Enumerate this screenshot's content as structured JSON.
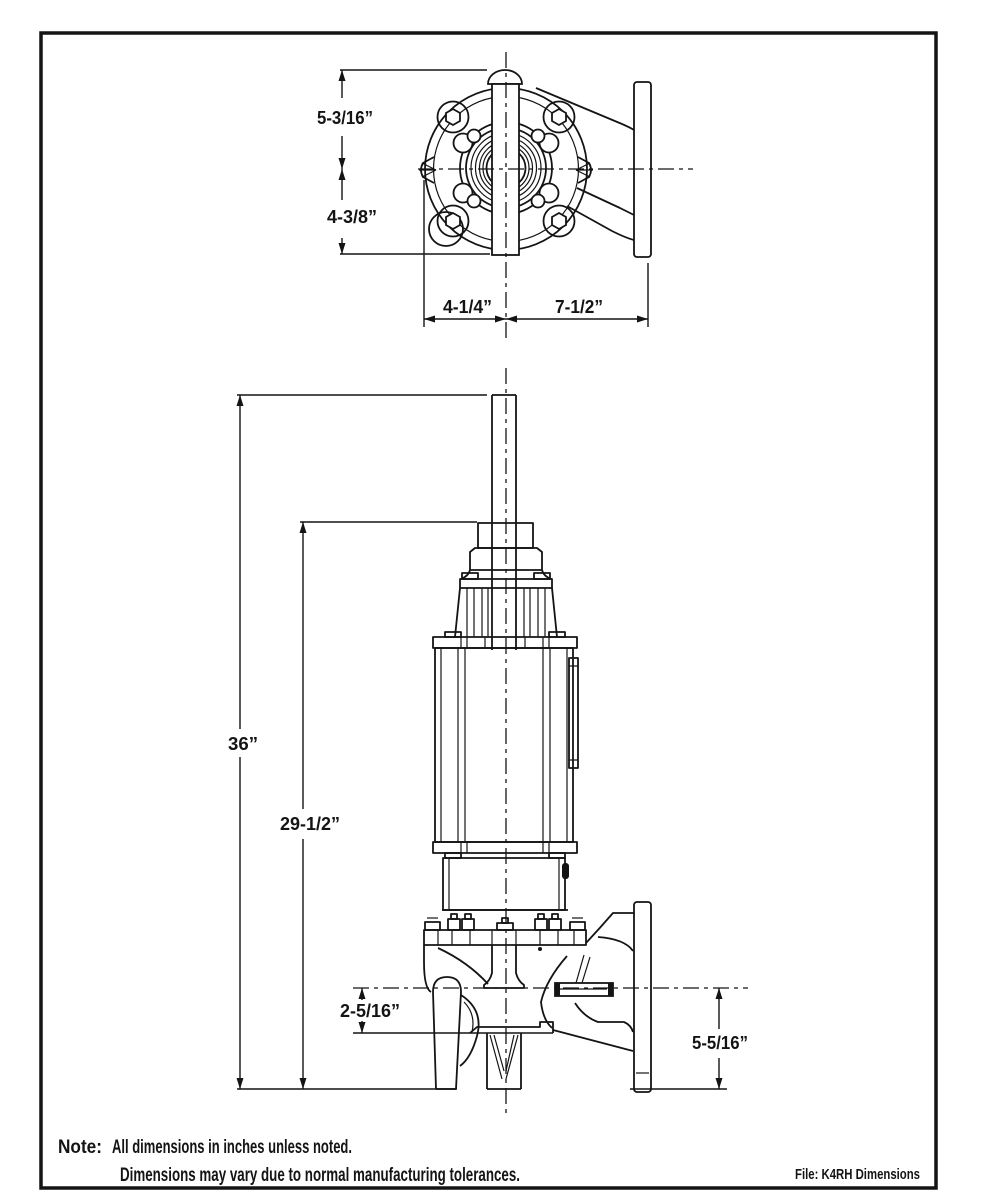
{
  "drawing": {
    "top_view": {
      "height_upper": "5-3/16”",
      "height_lower": "4-3/8”",
      "width_left": "4-1/4”",
      "width_right": "7-1/2”"
    },
    "side_view": {
      "overall_height": "36”",
      "upper_height": "29-1/2”",
      "cl_to_suction": "2-5/16”",
      "cl_to_base": "5-5/16”"
    },
    "note": {
      "prefix": "Note:",
      "line1": "All dimensions in inches unless noted.",
      "line2": "Dimensions may vary due to normal manufacturing tolerances."
    },
    "footer": {
      "file_label": "File: K4RH Dimensions"
    },
    "colors": {
      "ink": "#141414",
      "paper": "#ffffff"
    }
  }
}
